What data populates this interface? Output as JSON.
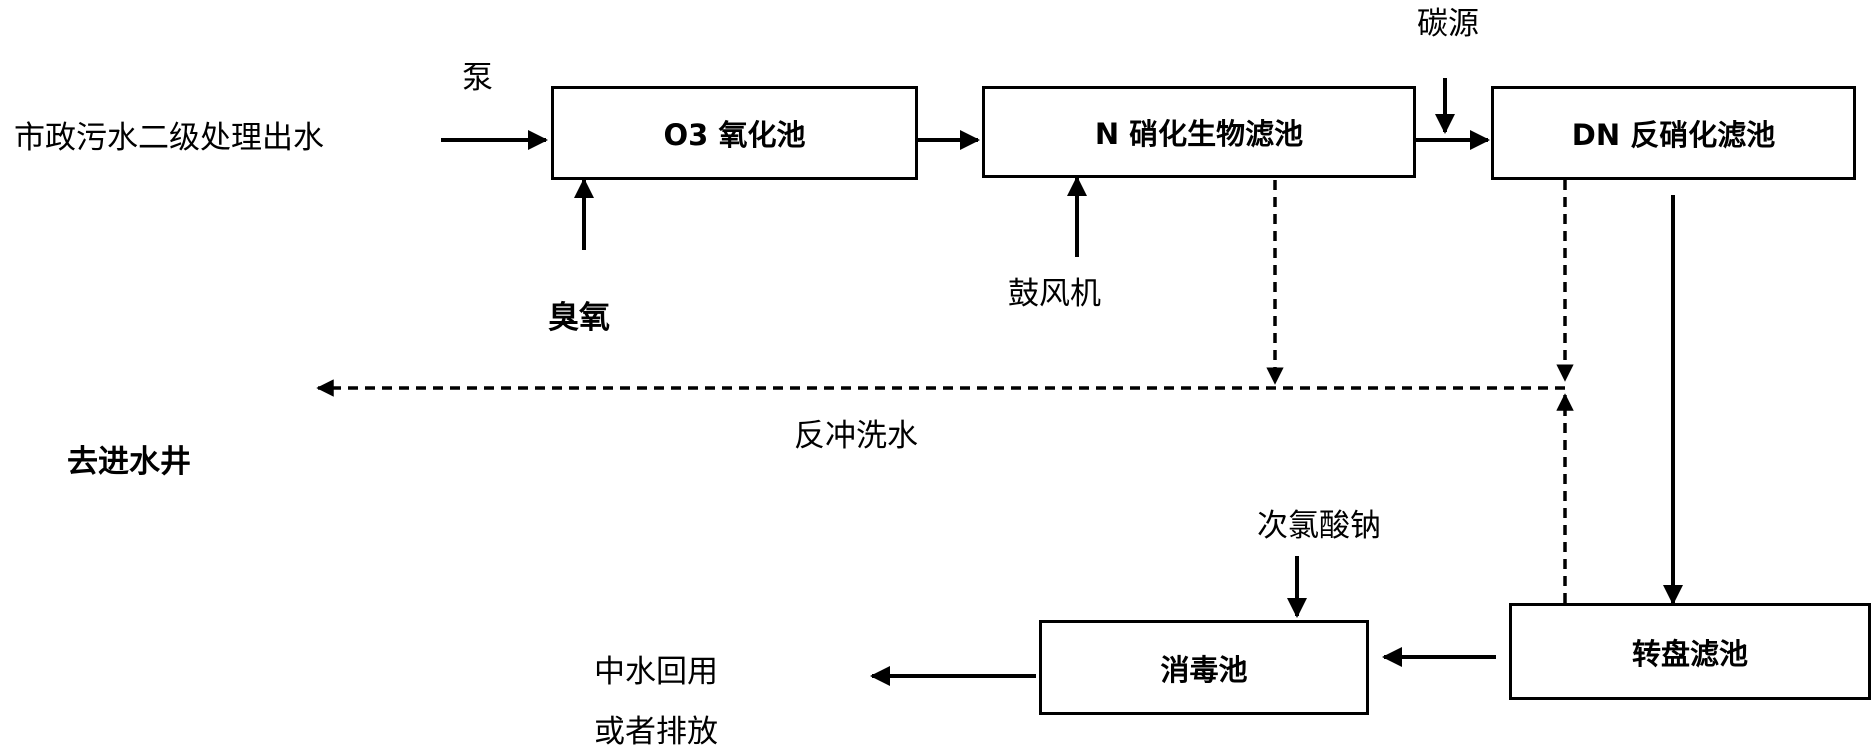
{
  "inputs": {
    "influent": "市政污水二级处理出水",
    "pump": "泵",
    "ozone": "臭氧",
    "blower": "鼓风机",
    "carbon_source": "碳源",
    "sodium_hypochlorite": "次氯酸钠"
  },
  "process_units": {
    "ozone_tank": "O3 氧化池",
    "nitrification_filter": "N 硝化生物滤池",
    "denitrification_filter": "DN 反硝化滤池",
    "disc_filter": "转盘滤池",
    "disinfection_tank": "消毒池"
  },
  "outputs": {
    "backwash_water": "反冲洗水",
    "to_inlet_well": "去进水井",
    "reuse_line1": "中水回用",
    "reuse_line2": "或者排放"
  },
  "colors": {
    "line": "#000000",
    "box_fill": "#ffffff"
  }
}
